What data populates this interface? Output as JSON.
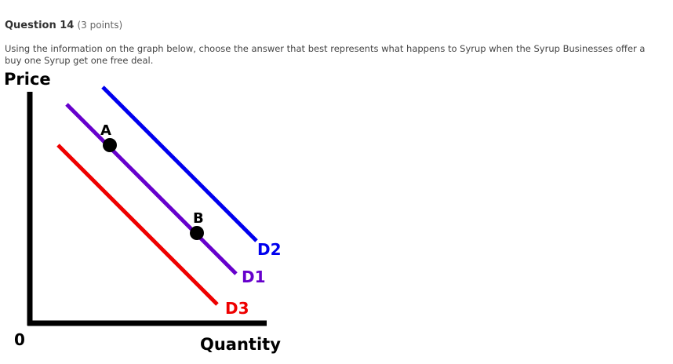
{
  "question": {
    "title": "Question 14",
    "points": "(3 points)",
    "prompt": "Using the information on the graph below, choose the answer that best represents what happens to Syrup when the Syrup Businesses offer a buy one Syrup get one free deal."
  },
  "graph": {
    "y_axis_label": "Price",
    "x_axis_label": "Quantity",
    "origin_label": "0",
    "curves": [
      {
        "label": "D2",
        "color": "#0000ee"
      },
      {
        "label": "D1",
        "color": "#6600cc"
      },
      {
        "label": "D3",
        "color": "#ee0000"
      }
    ],
    "points": [
      {
        "label": "A"
      },
      {
        "label": "B"
      }
    ]
  }
}
